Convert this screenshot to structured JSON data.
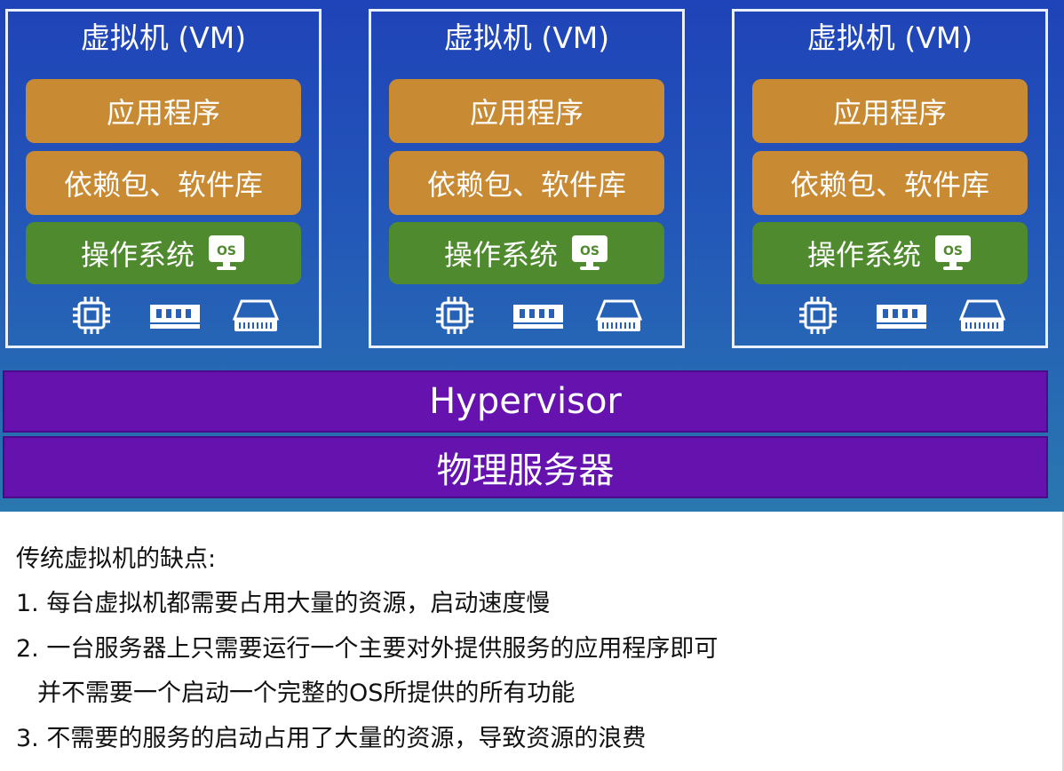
{
  "diagram": {
    "vms": [
      {
        "title": "虚拟机 (VM)",
        "layers": {
          "app": "应用程序",
          "deps": "依赖包、软件库",
          "os": "操作系统"
        },
        "os_badge": "OS",
        "hardware_icons": [
          "cpu-icon",
          "memory-icon",
          "hard-disk-icon"
        ]
      },
      {
        "title": "虚拟机 (VM)",
        "layers": {
          "app": "应用程序",
          "deps": "依赖包、软件库",
          "os": "操作系统"
        },
        "os_badge": "OS",
        "hardware_icons": [
          "cpu-icon",
          "memory-icon",
          "hard-disk-icon"
        ]
      },
      {
        "title": "虚拟机 (VM)",
        "layers": {
          "app": "应用程序",
          "deps": "依赖包、软件库",
          "os": "操作系统"
        },
        "os_badge": "OS",
        "hardware_icons": [
          "cpu-icon",
          "memory-icon",
          "hard-disk-icon"
        ]
      }
    ],
    "hypervisor": "Hypervisor",
    "physical_server": "物理服务器",
    "colors": {
      "background": "#2358b8",
      "app_layer": "#c98a34",
      "deps_layer": "#c98a34",
      "os_layer": "#4f8a2e",
      "band": "#6512ae"
    }
  },
  "notes": {
    "heading": "传统虚拟机的缺点:",
    "items": [
      "1. 每台虚拟机都需要占用大量的资源，启动速度慢",
      "2. 一台服务器上只需要运行一个主要对外提供服务的应用程序即可",
      "并不需要一个启动一个完整的OS所提供的所有功能",
      "3. 不需要的服务的启动占用了大量的资源，导致资源的浪费"
    ]
  }
}
